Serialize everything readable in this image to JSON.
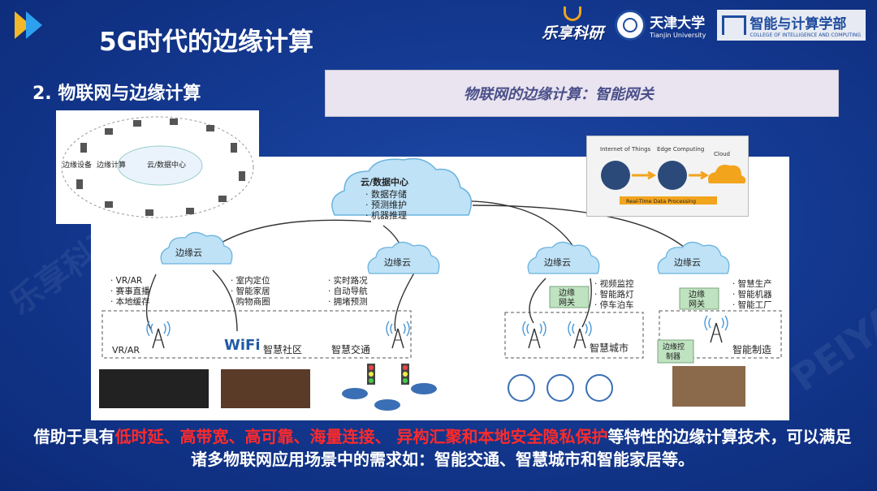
{
  "slide": {
    "title": "5G时代的边缘计算",
    "subtitle": "2. 物联网与边缘计算",
    "banner": "物联网的边缘计算：智能网关"
  },
  "logos": {
    "lexiang": "乐享科研",
    "tju_cn": "天津大学",
    "tju_en": "Tianjin University",
    "college_cn": "智能与计算学部",
    "college_en": "COLLEGE OF INTELLIGENCE AND COMPUTING"
  },
  "ring_diagram": {
    "left_label": "边缘设备",
    "mid_label": "边缘计算",
    "center_label": "云/数据中心"
  },
  "flow_diagram": {
    "iot": "Internet of Things",
    "edge": "Edge Computing",
    "cloud": "Cloud",
    "bar": "Real-Time Data Processing"
  },
  "architecture": {
    "cloud_title": "云/数据中心",
    "cloud_items": [
      "· 数据存储",
      "· 预测维护",
      "· 机器推理"
    ],
    "edge_cloud_label": "边缘云",
    "group1_items": [
      "· VR/AR",
      "· 赛事直播",
      "· 本地缓存"
    ],
    "group2_items": [
      "· 室内定位",
      "· 智能家居",
      "· 购物商圈"
    ],
    "group3_items": [
      "· 实时路况",
      "· 自动导航",
      "· 拥堵预测"
    ],
    "group4_items": [
      "· 视频监控",
      "· 智能路灯",
      "· 停车泊车"
    ],
    "group5_items": [
      "· 智慧生产",
      "· 智能机器",
      "· 智能工厂"
    ],
    "gateway_label": "边缘\n网关",
    "controller_label": "边缘控\n制器",
    "vrar": "VR/AR",
    "wifi": "WiFi",
    "community": "智慧社区",
    "traffic": "智慧交通",
    "city": "智慧城市",
    "manufacturing": "智能制造"
  },
  "bottom_text": {
    "prefix": "借助于具有",
    "highlight": "低时延、高带宽、高可靠、海量连接、 异构汇聚和本地安全隐私保护",
    "suffix": "等特性的边缘计算技术，可以满足诸多物联网应用场景中的需求如：智能交通、智慧城市和智能家居等。"
  },
  "colors": {
    "background": "#143a92",
    "highlight": "#ff2a2a",
    "banner_bg": "#e9e4ef",
    "banner_text": "#4a4f8a",
    "cloud_fill": "#bfe2f7"
  }
}
